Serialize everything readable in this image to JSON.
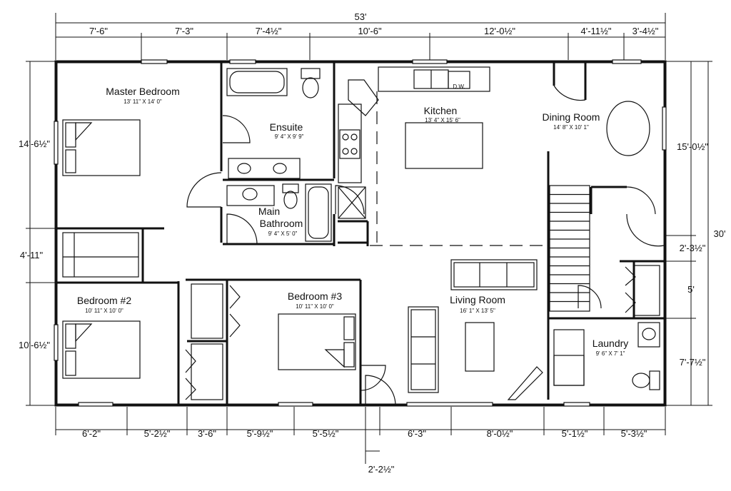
{
  "rooms": {
    "master_bedroom": {
      "name": "Master Bedroom",
      "size": "13' 11\" X 14' 0\""
    },
    "ensuite": {
      "name": "Ensuite",
      "size": "9' 4\" X 9' 9\""
    },
    "kitchen": {
      "name": "Kitchen",
      "size": "13' 4\" X 15' 6\""
    },
    "dining_room": {
      "name": "Dining Room",
      "size": "14' 8\" X 10' 1\""
    },
    "main_bathroom": {
      "name_line1": "Main",
      "name_line2": "Bathroom",
      "size": "9' 4\" X 5' 0\""
    },
    "bedroom2": {
      "name": "Bedroom #2",
      "size": "10' 11\" X 10' 0\""
    },
    "bedroom3": {
      "name": "Bedroom #3",
      "size": "10' 11\" X 10' 0\""
    },
    "living_room": {
      "name": "Living Room",
      "size": "16' 1\" X 13' 5\""
    },
    "laundry": {
      "name": "Laundry",
      "size": "9' 6\" X 7' 1\""
    }
  },
  "fixtures": {
    "dishwasher": "D.W."
  },
  "dimensions": {
    "overall_width": "53'",
    "overall_depth": "30'",
    "top": [
      "7'-6\"",
      "7'-3\"",
      "7'-4½\"",
      "10'-6\"",
      "12'-0½\"",
      "4'-11½\"",
      "3'-4½\""
    ],
    "bottom": [
      "6'-2\"",
      "5'-2½\"",
      "3'-6\"",
      "5'-9½\"",
      "5'-5½\"",
      "6'-3\"",
      "8'-0½\"",
      "5'-1½\"",
      "5'-3½\""
    ],
    "entry": "2'-2½\"",
    "left": [
      "14'-6½\"",
      "4'-11\"",
      "10'-6½\""
    ],
    "right": [
      "15'-0½\"",
      "2'-3½\"",
      "5'",
      "7'-7½\""
    ]
  }
}
